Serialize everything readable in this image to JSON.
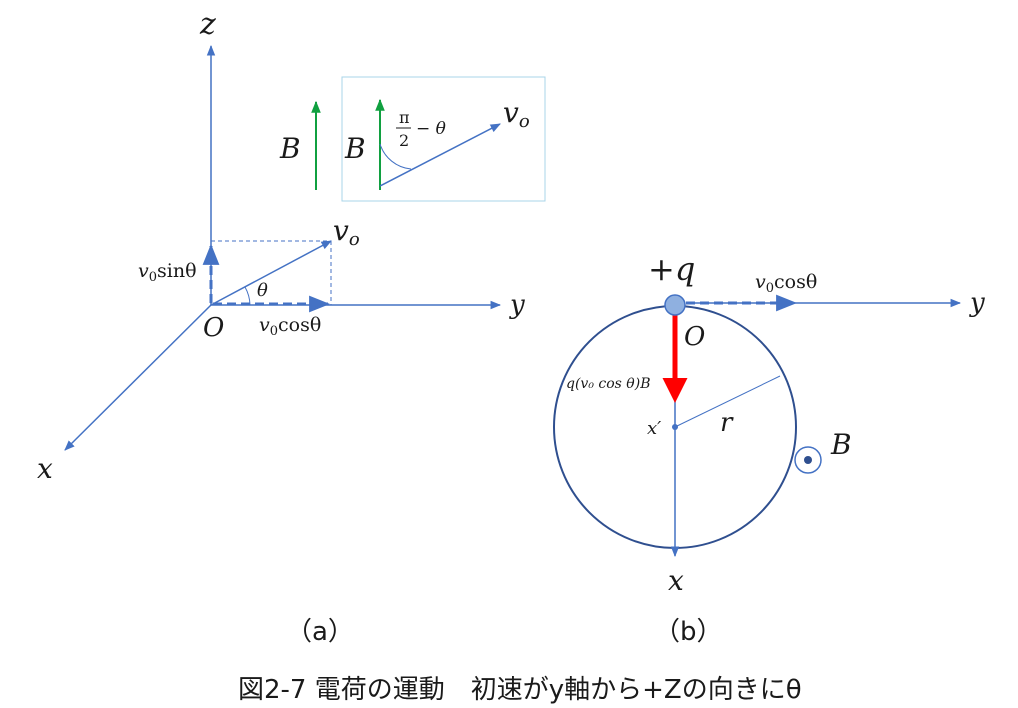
{
  "panel_a": {
    "axis_z": "z",
    "axis_y": "y",
    "axis_x": "x",
    "origin": "O",
    "theta": "θ",
    "v0": "v",
    "v0_sub": "o",
    "sin_comp_v": "v",
    "sin_comp_sub": "0",
    "sin_comp_fn": "sinθ",
    "cos_comp_v": "v",
    "cos_comp_sub": "0",
    "cos_comp_fn": "cosθ",
    "b_label": "B",
    "inset": {
      "b_label": "B",
      "angle_num": "π",
      "angle_den": "2",
      "angle_rest": "− θ",
      "v0": "v",
      "v0_sub": "o"
    },
    "caption": "（a）"
  },
  "panel_b": {
    "charge": "+q",
    "cos_comp_v": "v",
    "cos_comp_sub": "0",
    "cos_comp_fn": "cosθ",
    "axis_y": "y",
    "axis_x": "x",
    "origin": "O",
    "force_label": "q(v₀ cos θ)B",
    "center_label": "x′",
    "radius_label": "r",
    "b_label": "B",
    "caption": "（b）"
  },
  "figure_caption": "図2-7 電荷の運動　初速がy軸から+Zの向きにθ",
  "colors": {
    "axis": "#4472c4",
    "b_field": "#10a040",
    "force": "#ff0000",
    "circle": "#2f4f8f",
    "inset_border": "#a9d4e8",
    "charge_fill": "#8fb0e0"
  }
}
